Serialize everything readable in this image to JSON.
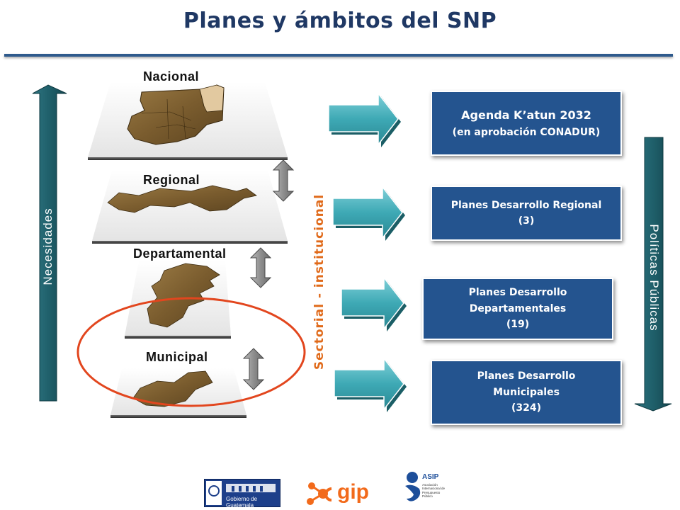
{
  "title": "Planes y ámbitos del SNP",
  "levels": [
    {
      "label": "Nacional"
    },
    {
      "label": "Regional"
    },
    {
      "label": "Departamental"
    },
    {
      "label": "Municipal"
    }
  ],
  "plans": [
    {
      "line1": "Agenda K’atun 2032",
      "line2": "(en aprobación CONADUR)"
    },
    {
      "line1": "Planes Desarrollo Regional",
      "line2": "(3)"
    },
    {
      "line1": "Planes Desarrollo",
      "line2": "Departamentales",
      "line3": "(19)"
    },
    {
      "line1": "Planes Desarrollo",
      "line2": "Municipales",
      "line3": "(324)"
    }
  ],
  "left_axis": "Necesidades",
  "right_axis": "Políticas Públicas",
  "middle_axis": "Sectorial - institucional",
  "logos": [
    {
      "name": "gobierno-de-guatemala-logo",
      "text": "Gobierno de Guatemala"
    },
    {
      "name": "cgip-logo",
      "text": "gip"
    },
    {
      "name": "asip-logo",
      "text": "ASIP",
      "subtext": "Asociación Internacional de Presupuesto Público"
    }
  ],
  "colors": {
    "title": "#1f3864",
    "plan_box": "#24548f",
    "arrow": "#3ea9b5",
    "axis_arrow": "#1f5f6a",
    "circle": "#e2461e",
    "middle_text": "#e06a1a",
    "map": "#7a5c2e"
  }
}
